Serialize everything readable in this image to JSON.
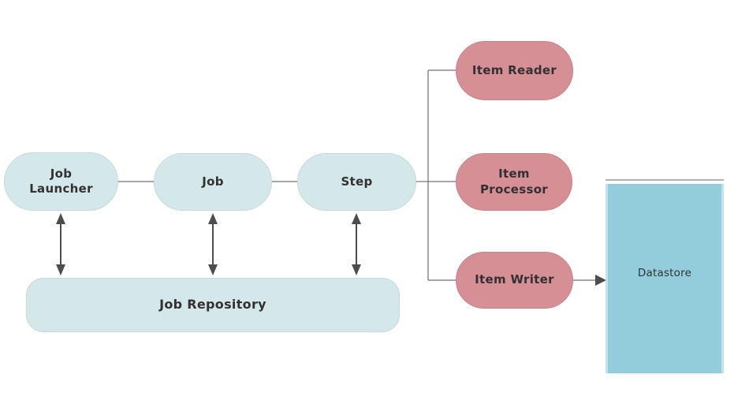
{
  "nodes": {
    "job_launcher": {
      "label": "Job\nLauncher"
    },
    "job": {
      "label": "Job"
    },
    "step": {
      "label": "Step"
    },
    "item_reader": {
      "label": "Item Reader"
    },
    "item_processor": {
      "label": "Item\nProcessor"
    },
    "item_writer": {
      "label": "Item Writer"
    },
    "job_repository": {
      "label": "Job Repository"
    },
    "datastore": {
      "label": "Datastore"
    }
  },
  "edges": [
    {
      "from": "Job Launcher",
      "to": "Job",
      "style": "plain-line"
    },
    {
      "from": "Job",
      "to": "Step",
      "style": "plain-line"
    },
    {
      "from": "Step",
      "to": "Item Reader",
      "style": "plain-line"
    },
    {
      "from": "Step",
      "to": "Item Processor",
      "style": "plain-line"
    },
    {
      "from": "Step",
      "to": "Item Writer",
      "style": "plain-line"
    },
    {
      "from": "Job Launcher",
      "to": "Job Repository",
      "style": "double-headed-arrow"
    },
    {
      "from": "Job",
      "to": "Job Repository",
      "style": "double-headed-arrow"
    },
    {
      "from": "Step",
      "to": "Job Repository",
      "style": "double-headed-arrow"
    },
    {
      "from": "Item Writer",
      "to": "Datastore",
      "style": "arrow"
    }
  ],
  "colors": {
    "teal_node_fill": "#d5e8e9",
    "teal_node_border": "#c4dadc",
    "pink_node_fill": "#d69095",
    "pink_node_border": "#c8838a",
    "datastore_fill": "#93ccda",
    "connector": "#707070",
    "arrow": "#4d4d4d",
    "text": "#333032"
  }
}
